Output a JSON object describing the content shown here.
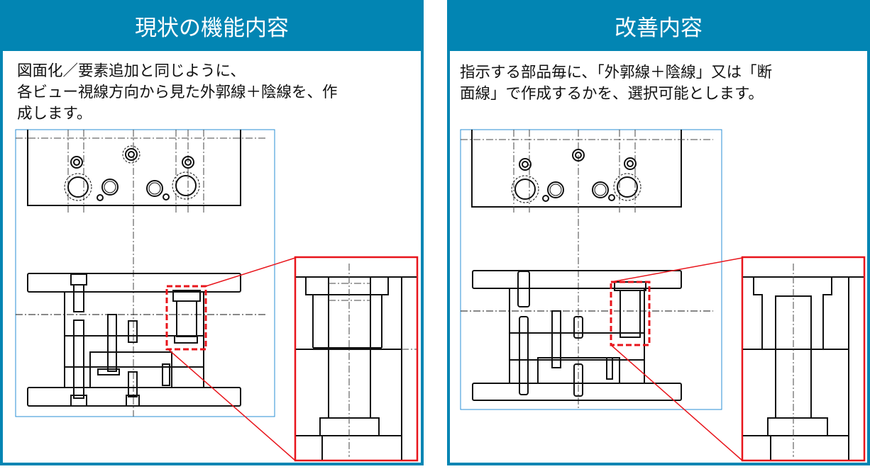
{
  "left_panel": {
    "title": "現状の機能内容",
    "description": "図面化／要素追加と同じように、\n各ビュー視線方向から見た外郭線＋陰線を、作\n成します。"
  },
  "right_panel": {
    "title": "改善内容",
    "description": "指示する部品毎に、「外郭線＋陰線」又は「断\n面線」で作成するかを、選択可能とします。"
  },
  "colors": {
    "header": "#0285b3",
    "highlight": "#e8141b",
    "drawing_frame": "#2a8fd6"
  }
}
